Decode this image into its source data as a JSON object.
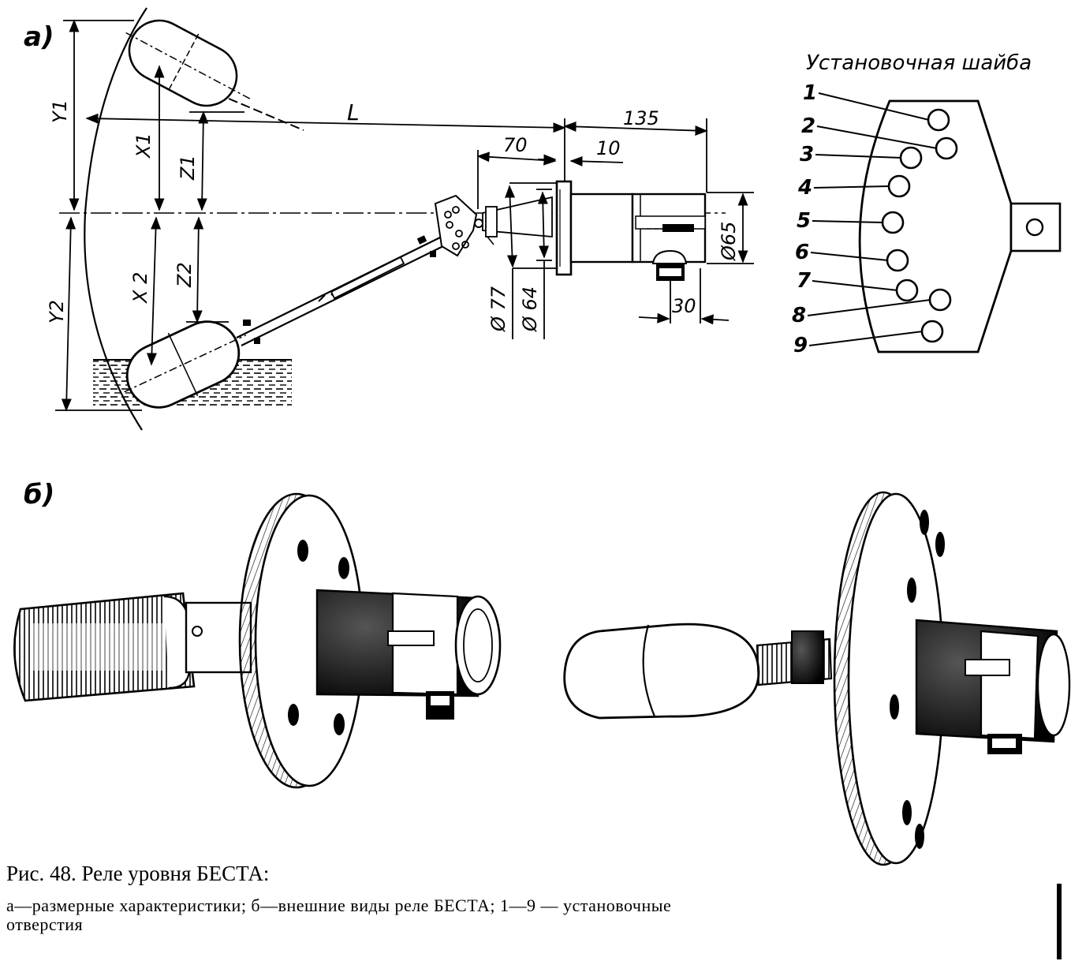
{
  "panel_a": {
    "label": "а)",
    "dims": {
      "L": "L",
      "d135": "135",
      "d70": "70",
      "d10": "10",
      "phi65": "Ø65",
      "phi77": "Ø 77",
      "phi64": "Ø 64",
      "d30": "30",
      "Y1": "Y1",
      "Y2": "Y2",
      "X1": "X1",
      "X2": "X 2",
      "Z1": "Z1",
      "Z2": "Z2"
    },
    "washer": {
      "title": "Установочная шайба",
      "holes": [
        "1",
        "2",
        "3",
        "4",
        "5",
        "6",
        "7",
        "8",
        "9"
      ]
    }
  },
  "panel_b": {
    "label": "б)"
  },
  "caption": {
    "title": "Рис. 48. Реле уровня БЕСТА:",
    "line1": "а—размерные характеристики; б—внешние виды реле БЕСТА; 1—9 — установочные",
    "line2": "отверстия"
  }
}
